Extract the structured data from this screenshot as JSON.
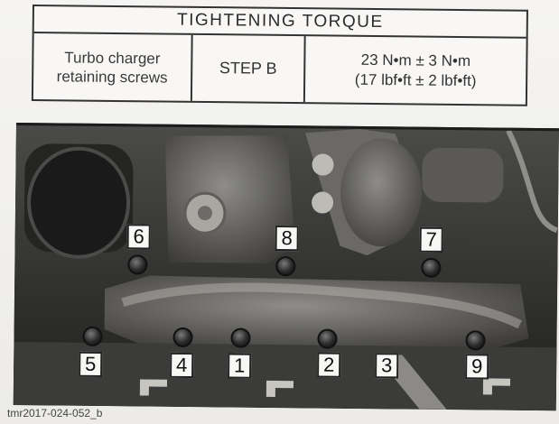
{
  "torque_table": {
    "title": "TIGHTENING TORQUE",
    "item": "Turbo charger retaining screws",
    "step": "STEP B",
    "value_metric": "23 N•m ± 3 N•m",
    "value_imperial": "(17 lbf•ft ± 2 lbf•ft)"
  },
  "diagram": {
    "callouts": [
      "6",
      "8",
      "7",
      "5",
      "4",
      "1",
      "2",
      "3",
      "9"
    ],
    "caption": "tmr2017-024-052_b"
  }
}
